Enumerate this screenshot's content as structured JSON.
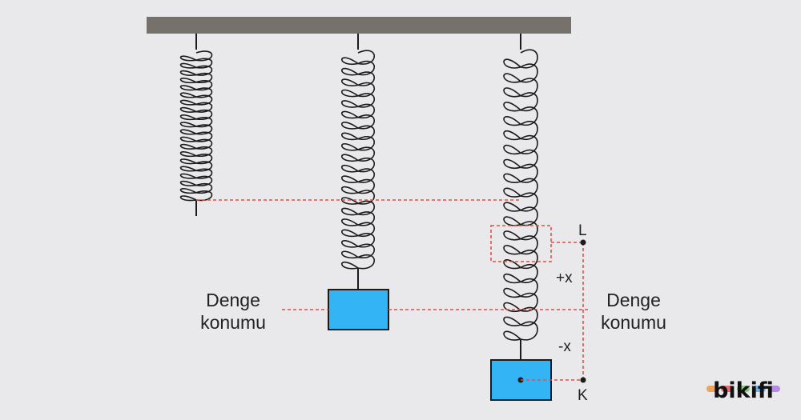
{
  "labels": {
    "left_equilibrium": [
      "Denge",
      "konumu"
    ],
    "right_equilibrium": [
      "Denge",
      "konumu"
    ],
    "point_top": "L",
    "point_bottom": "K",
    "plus_x": "+x",
    "minus_x": "-x"
  },
  "logo": {
    "text": "bikifi"
  },
  "colors": {
    "background": "#e9e9ec",
    "ceiling": "#77716b",
    "spring": "#1b1b1b",
    "mass": "#33b5f5",
    "dashed": "#e2504a",
    "text": "#222222"
  }
}
